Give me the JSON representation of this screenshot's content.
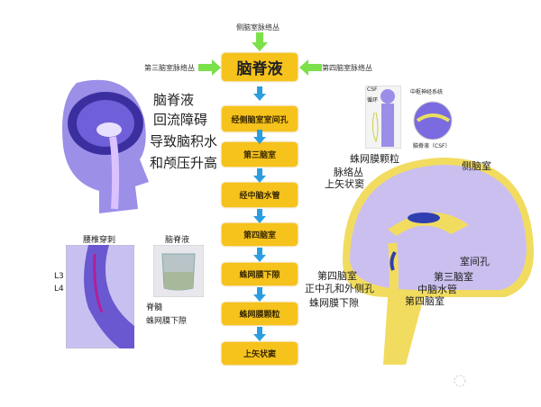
{
  "flow": {
    "center": "脑脊液",
    "sources": {
      "top": "侧脑室脉络丛",
      "left": "第三脑室脉络丛",
      "right": "第四脑室脉络丛"
    },
    "steps": [
      "经侧脑室室间孔",
      "第三脑室",
      "经中脑水管",
      "第四脑室",
      "蛛网膜下隙",
      "蛛网膜颗粒",
      "上矢状窦"
    ]
  },
  "head_panel": {
    "lines": [
      "脑脊液",
      "回流障碍",
      "导致脑积水",
      "和颅压升高"
    ]
  },
  "lumbar_panel": {
    "title": "腰椎穿刺",
    "beaker_title": "脑脊液",
    "levels": [
      "L3",
      "L4"
    ],
    "labels": [
      "脊髓",
      "蛛网膜下隙"
    ]
  },
  "inset": {
    "csf": "CSF",
    "cycle": "循环",
    "cns": "中枢神经系统",
    "csf_caption": "脑脊液（CSF）"
  },
  "brain_panel": {
    "labels": {
      "granulation": "蛛网膜颗粒",
      "plexus": "脉络丛",
      "sinus": "上矢状窦",
      "lateral": "侧脑室",
      "foramen": "室间孔",
      "third": "第三脑室",
      "aqueduct": "中脑水管",
      "fourth": "第四脑室",
      "fourth_apertures_1": "第四脑室",
      "fourth_apertures_2": "正中孔和外侧孔",
      "subarachnoid": "蛛网膜下隙"
    }
  },
  "colors": {
    "box": "#f6c21c",
    "green_arrow": "#7be04a",
    "blue_arrow": "#2a9ee0"
  }
}
